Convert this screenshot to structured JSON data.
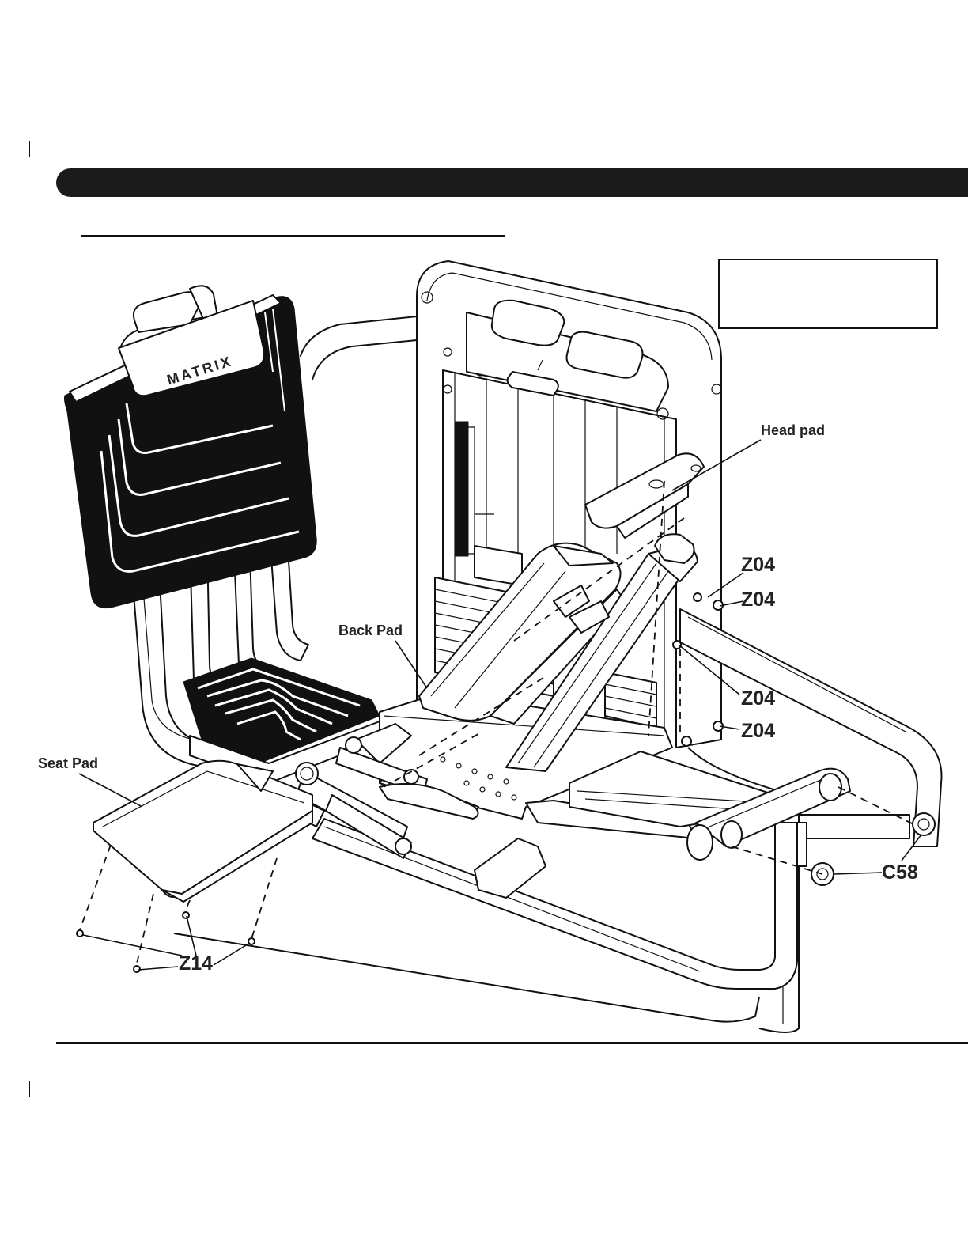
{
  "brand": {
    "logo_text": "MATRIX"
  },
  "labels": {
    "head_pad": "Head pad",
    "back_pad": "Back Pad",
    "seat_pad": "Seat Pad",
    "z04": "Z04",
    "z14": "Z14",
    "c58": "C58"
  },
  "note_box": {
    "text": ""
  },
  "colors": {
    "ink": "#111111",
    "header_bar": "#1b1b1b",
    "footer_link": "#2b3fbf"
  }
}
